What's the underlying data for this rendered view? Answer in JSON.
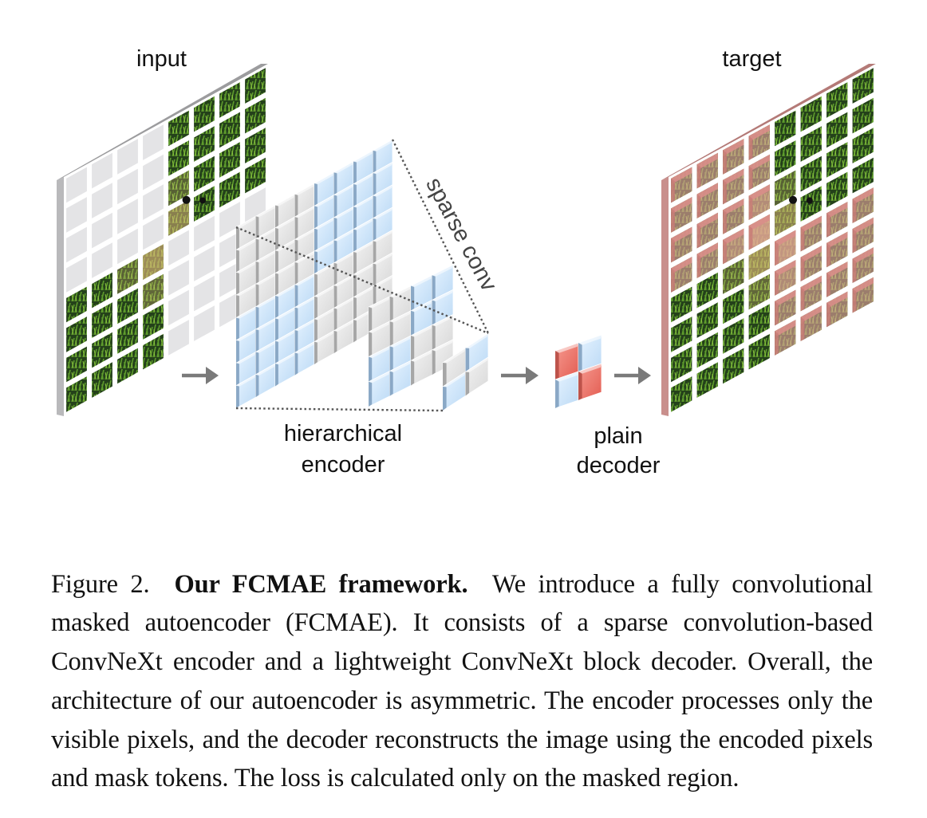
{
  "figure": {
    "labels": {
      "input": "input",
      "target": "target",
      "sparse_conv": "sparse conv",
      "encoder_line1": "hierarchical",
      "encoder_line2": "encoder",
      "decoder_line1": "plain",
      "decoder_line2": "decoder"
    },
    "input_panel": {
      "grid": [
        8,
        8
      ],
      "mask_layout": "top-left and bottom-right 4x4 quadrants masked (gray); top-right and bottom-left quadrants visible (image patches)",
      "masked_color": "#e4e4e6",
      "frame_color": "#c8c8ca"
    },
    "encoder_stages": [
      {
        "name": "stage-1",
        "grid": [
          8,
          8
        ],
        "active_quadrants": [
          "top-right",
          "bottom-left"
        ]
      },
      {
        "name": "stage-2",
        "grid": [
          4,
          4
        ],
        "active_quadrants": [
          "top-right",
          "bottom-left"
        ]
      },
      {
        "name": "stage-3",
        "grid": [
          2,
          2
        ],
        "active_quadrants": [
          "top-right",
          "bottom-left"
        ]
      }
    ],
    "decoder": {
      "grid": [
        2,
        2
      ],
      "cells": [
        "red",
        "blue",
        "blue",
        "red"
      ]
    },
    "target_panel": {
      "grid": [
        8,
        8
      ],
      "highlight": "top-left and bottom-right 4x4 quadrants tinted red (loss region)"
    },
    "colors": {
      "active_cell": "#cfe6fb",
      "active_cell_edge": "#7d9cbc",
      "inactive_cell": "#e6e6e6",
      "inactive_cell_edge": "#9a9a9a",
      "mask_token": "#ee7166",
      "target_mask_tint": "#e5a3a0",
      "arrow": "#7a7a7a",
      "grass_dark": "#1f3a12",
      "grass_light": "#5e9c2c",
      "dog": "#e3b77c"
    }
  },
  "caption": {
    "prefix": "Figure 2.",
    "title": "Our FCMAE framework.",
    "body": "We introduce a fully convolutional masked autoencoder (FCMAE). It consists of a sparse convolution-based ConvNeXt encoder and a lightweight ConvNeXt block decoder. Overall, the architecture of our autoencoder is asymmetric. The encoder processes only the visible pixels, and the decoder reconstructs the image using the encoded pixels and mask tokens. The loss is calculated only on the masked region."
  }
}
